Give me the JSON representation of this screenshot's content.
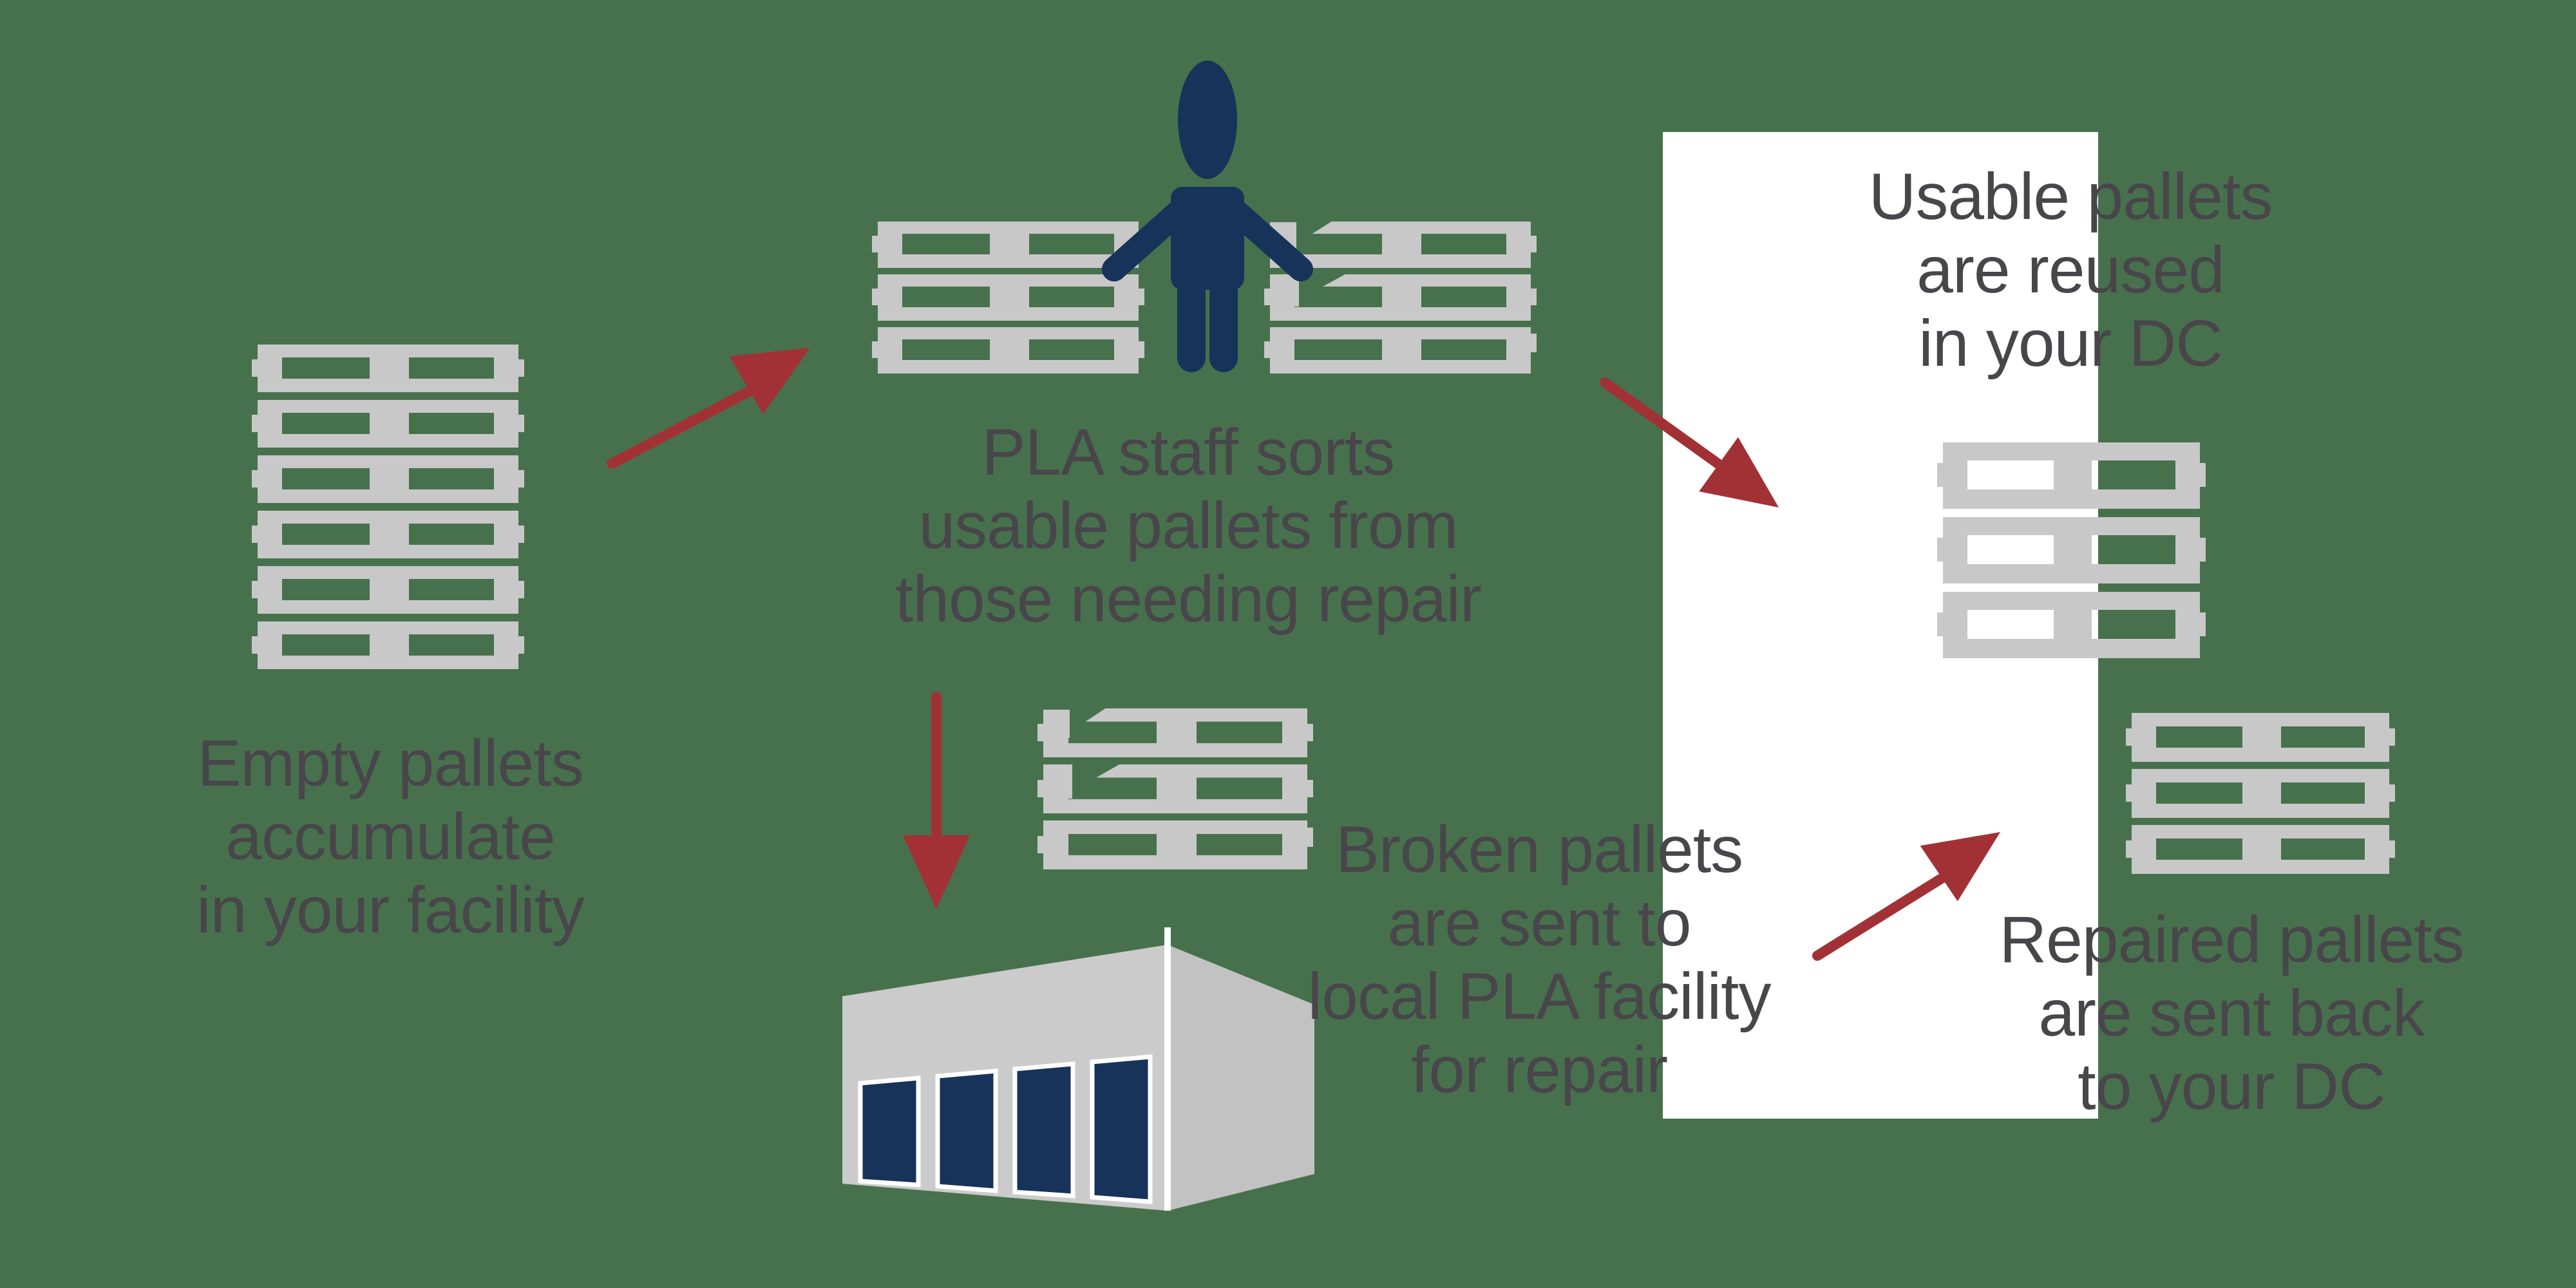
{
  "diagram_title": "Pallet recycling process flow",
  "palette": {
    "background": "#47714D",
    "pallet_gray": "#C8C8C8",
    "navy": "#17335A",
    "arrow_red": "#A23136",
    "caption_text": "#48464A",
    "panel_white": "#FFFFFF",
    "warehouse_front": "#CBCBCB",
    "warehouse_side": "#C2C2C2"
  },
  "icons": [
    "pallet-icon",
    "pallet-stack-icon",
    "broken-pallet-icon",
    "person-icon",
    "warehouse-icon",
    "arrow-up-right-icon",
    "arrow-down-right-icon",
    "arrow-down-icon"
  ],
  "captions": {
    "empty": {
      "lines": [
        "Empty pallets",
        "accumulate",
        "in your facility"
      ]
    },
    "sort": {
      "lines": [
        "PLA staff sorts",
        "usable pallets from",
        "those needing repair"
      ]
    },
    "reused": {
      "lines": [
        "Usable pallets",
        "are reused",
        "in your DC"
      ]
    },
    "broken": {
      "lines": [
        "Broken pallets",
        "are sent to",
        "local PLA facility",
        "for repair"
      ]
    },
    "repaired": {
      "lines": [
        "Repaired pallets",
        "are sent back",
        "to your DC"
      ]
    }
  }
}
